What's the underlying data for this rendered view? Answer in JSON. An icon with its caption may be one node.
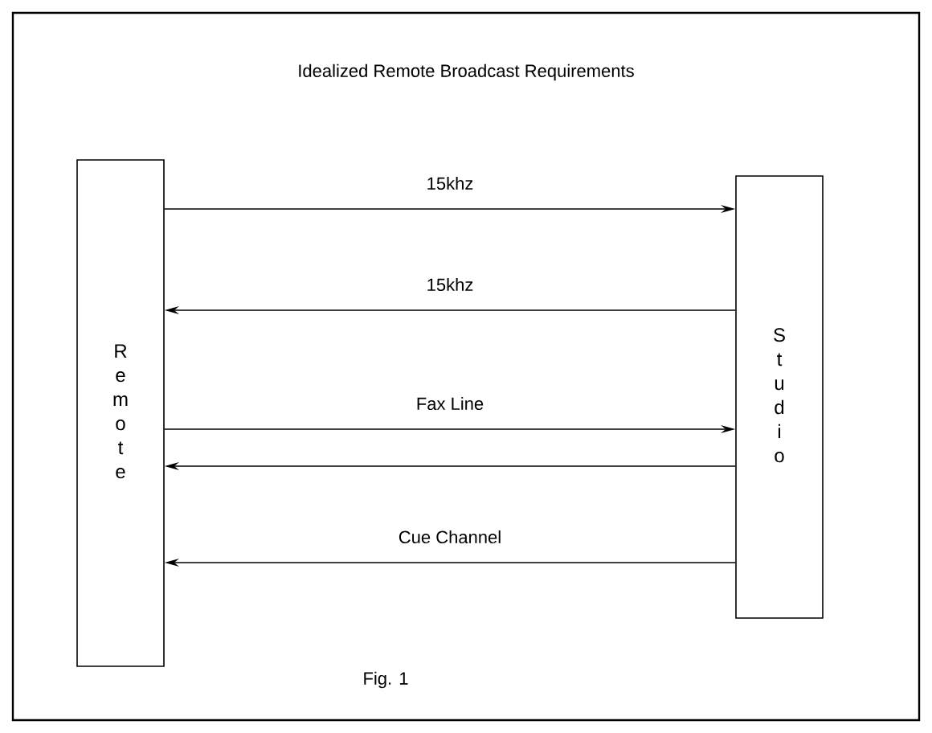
{
  "diagram": {
    "title": "Idealized Remote Broadcast Requirements",
    "caption": "Fig. 1",
    "nodes": [
      {
        "text": [
          "Remote"
        ]
      },
      {
        "text": [
          "Studio"
        ]
      }
    ],
    "edges": [
      {
        "from": 0,
        "to": 1,
        "arrow": "to",
        "label": "15khz"
      },
      {
        "from": 1,
        "to": 0,
        "arrow": "to",
        "label": "15khz"
      },
      {
        "from": 0,
        "to": 1,
        "arrow": "to",
        "label": "Fax Line"
      },
      {
        "from": 1,
        "to": 0,
        "arrow": "to"
      },
      {
        "from": 1,
        "to": 0,
        "arrow": "to",
        "label": "Cue Channel"
      }
    ]
  }
}
